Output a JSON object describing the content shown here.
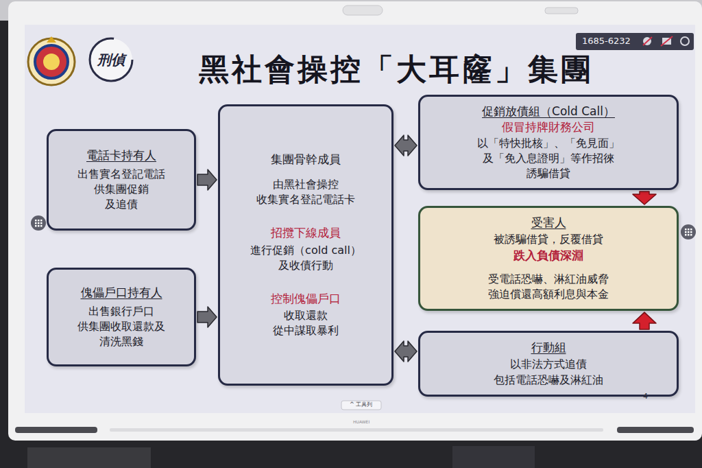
{
  "diagram": {
    "title": "黑社會操控「大耳窿」集團",
    "nodes": [
      {
        "text": [
          "電話卡持有人",
          "出售實名登記電話 供集團促銷 及追債"
        ]
      },
      {
        "text": [
          "傀儡戶口持有人",
          "出售銀行戶口 供集團收取還款及 清洗黑錢"
        ]
      },
      {
        "text": [
          "集團骨幹成員",
          "由黑社會操控 收集實名登記電話卡",
          "招攬下線成員",
          "進行促銷（cold call） 及收債行動",
          "控制傀儡戶口",
          "收取還款 從中謀取暴利"
        ]
      },
      {
        "text": [
          "促銷放債組（Cold Call）",
          "假冒持牌財務公司",
          "以「特快批核」、「免見面」 及「免入息證明」等作招徠 誘騙借貸"
        ]
      },
      {
        "text": [
          "受害人",
          "被誘騙借貸，反覆借貸",
          "跌入負債深淵",
          "受電話恐嚇、淋紅油威脅 強迫償還高額利息與本金"
        ]
      },
      {
        "text": [
          "行動組",
          "以非法方式追債 包括電話恐嚇及淋紅油"
        ]
      }
    ],
    "edges": [
      {
        "from": 0,
        "to": 2,
        "arrow": "to"
      },
      {
        "from": 1,
        "to": 2,
        "arrow": "to"
      },
      {
        "from": 2,
        "to": 3,
        "arrow": "both"
      },
      {
        "from": 2,
        "to": 5,
        "arrow": "both"
      },
      {
        "from": 3,
        "to": 4,
        "arrow": "to"
      },
      {
        "from": 5,
        "to": 4,
        "arrow": "to"
      }
    ],
    "labels": [
      "刑偵",
      "1685-6232",
      "4",
      "^ 工具列",
      "HUAWEI"
    ]
  }
}
